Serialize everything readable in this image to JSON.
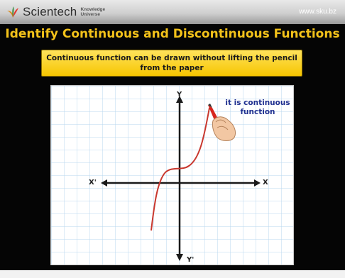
{
  "header": {
    "brand_name": "Scientech",
    "brand_tag": "Knowledge Universe",
    "site": "www.sku.bz"
  },
  "title": "Identify Continuous and Discontinuous Functions",
  "note": "Continuous function can be drawn without lifting the pencil from the paper",
  "graph": {
    "callout": "it is continuous function",
    "axis_y": "Y",
    "axis_y_neg": "Y'",
    "axis_x": "X",
    "axis_x_neg": "X'"
  },
  "colors": {
    "title": "#f3c21a",
    "note_bg": "#f6c500",
    "curve": "#c8372e",
    "grid": "#b9d7ef",
    "callout_text": "#1f2f8f"
  },
  "icons": [
    "leaf-logo-icon",
    "hand-with-pencil-icon"
  ]
}
